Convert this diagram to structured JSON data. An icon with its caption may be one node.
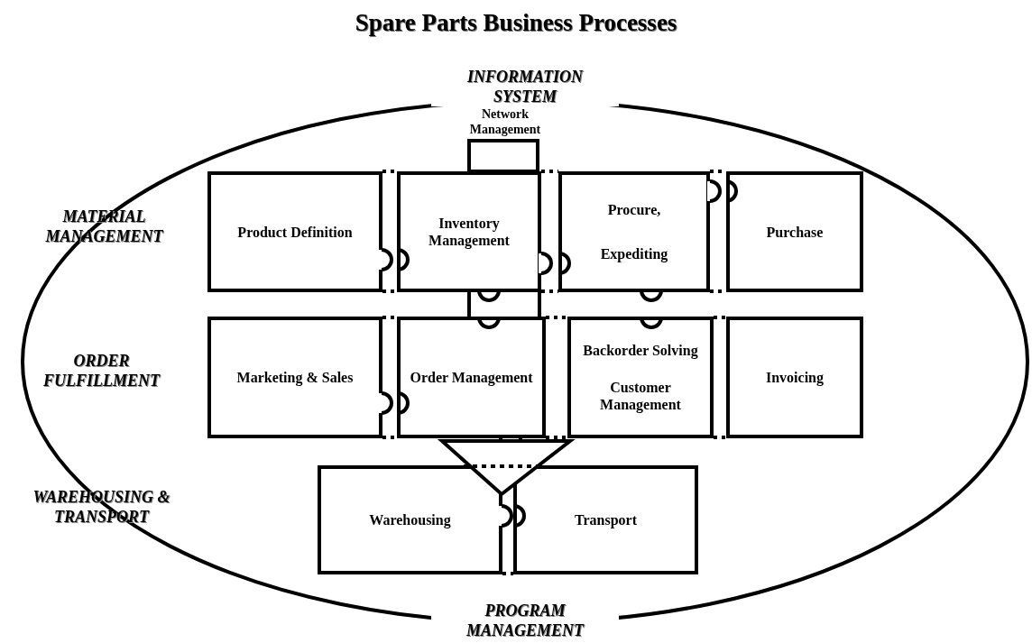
{
  "diagram": {
    "title": "Spare Parts Business Processes",
    "nodes": [
      {
        "text": [
          "INFORMATION SYSTEM",
          "PROGRAM MANAGEMENT"
        ]
      },
      {
        "text": [
          "Network Management"
        ],
        "in": 0
      },
      {
        "text": [
          "Product Definition"
        ],
        "in": 0
      },
      {
        "text": [
          "Inventory Management"
        ],
        "in": 0
      },
      {
        "text": [
          "Procure,",
          "Expediting"
        ],
        "in": 0
      },
      {
        "text": [
          "Purchase"
        ],
        "in": 0
      },
      {
        "text": [
          "Marketing & Sales"
        ],
        "in": 0
      },
      {
        "text": [
          "Order Management"
        ],
        "in": 0
      },
      {
        "text": [
          "Backorder Solving",
          "Customer Management"
        ],
        "in": 0
      },
      {
        "text": [
          "Invoicing"
        ],
        "in": 0
      },
      {
        "text": [
          "Warehousing"
        ],
        "in": 0
      },
      {
        "text": [
          "Transport"
        ],
        "in": 0
      }
    ],
    "labels": [
      "MATERIAL MANAGEMENT",
      "ORDER FULFILLMENT",
      "WAREHOUSING & TRANSPORT"
    ]
  }
}
